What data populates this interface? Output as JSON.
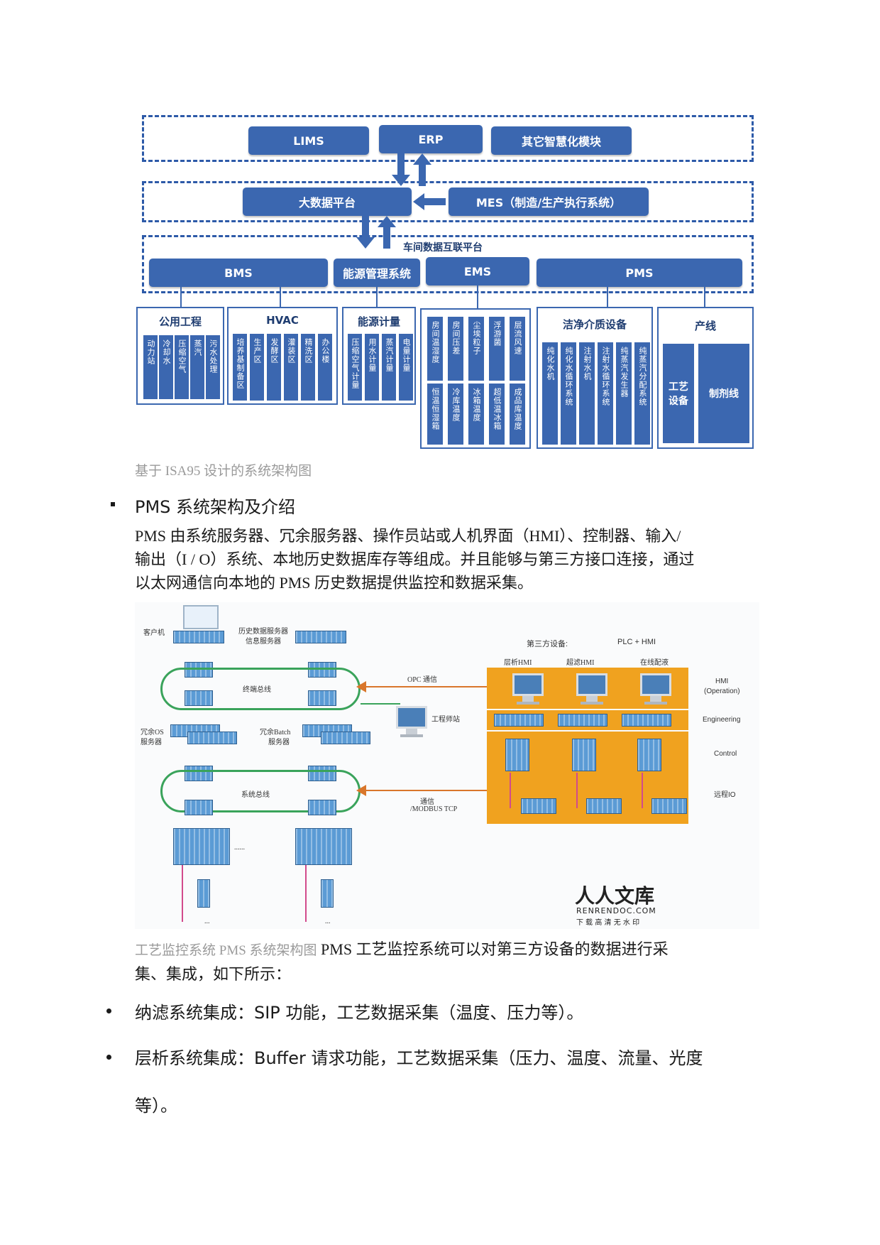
{
  "diagram1": {
    "top_row": [
      "LIMS",
      "ERP",
      "其它智慧化模块"
    ],
    "middle_row": {
      "big_data": "大数据平台",
      "mes": "MES（制造/生产执行系统）"
    },
    "platform_label": "车间数据互联平台",
    "systems": [
      "BMS",
      "能源管理系统",
      "EMS",
      "PMS"
    ],
    "panels": [
      {
        "title": "公用工程",
        "items": [
          "动力站",
          "冷却水",
          "压缩空气",
          "蒸汽",
          "污水处理"
        ]
      },
      {
        "title": "HVAC",
        "items": [
          "培养基制备区",
          "生产区",
          "发酵区",
          "灌装区",
          "精洗区",
          "办公楼"
        ]
      },
      {
        "title": "能源计量",
        "items": [
          "压缩空气计量",
          "用水计量",
          "蒸汽计量",
          "电量计量"
        ]
      },
      {
        "title": "",
        "items_top": [
          "房间温湿度",
          "房间压差",
          "尘埃粒子",
          "浮游菌",
          "层流风速"
        ],
        "items_bottom": [
          "恒温恒湿箱",
          "冷库温度",
          "冰箱温度",
          "超低温冰箱",
          "成品库温度"
        ]
      },
      {
        "title": "洁净介质设备",
        "items": [
          "纯化水机",
          "纯化水循环系统",
          "注射水机",
          "注射水循环系统",
          "纯蒸汽发生器",
          "纯蒸汽分配系统"
        ]
      },
      {
        "title": "产线",
        "items": [
          "工艺设备",
          "制剂线"
        ]
      }
    ]
  },
  "caption1": "基于 ISA95 设计的系统架构图",
  "section_heading": "PMS 系统架构及介绍",
  "paragraph1": [
    "PMS 由系统服务器、冗余服务器、操作员站或人机界面（HMI）、控制器、输入/",
    "输出（I / O）系统、本地历史数据库存等组成。并且能够与第三方接口连接，通过",
    "以太网通信向本地的 PMS 历史数据提供监控和数据采集。"
  ],
  "diagram2": {
    "client": "客户机",
    "history_server": [
      "历史数据服务器",
      "信息服务器"
    ],
    "terminal_bus": "终端总线",
    "redundant_os": [
      "冗余OS",
      "服务器"
    ],
    "redundant_batch": [
      "冗余Batch",
      "服务器"
    ],
    "system_bus": "系统总线",
    "opc": "OPC 通信",
    "eng_station": "工程师站",
    "comm": [
      "通信",
      "/MODBUS TCP"
    ],
    "third_party": "第三方设备:",
    "plc_hmi": "PLC + HMI",
    "hmi_labels": [
      "层析HMI",
      "超滤HMI",
      "在线配液"
    ],
    "side_labels": [
      "HMI",
      "(Operation)",
      "Engineering",
      "Control",
      "远程IO"
    ],
    "dots": "......",
    "ellipsis": "...",
    "watermark": {
      "title": "人人文库",
      "site": "RENRENDOC.COM",
      "slogan": "下 载 高 清 无 水 印"
    }
  },
  "caption2_gray": "工艺监控系统 PMS 系统架构图",
  "caption2_text1": " PMS 工艺监控系统可以对第三方设备的数据进行采",
  "caption2_text2": "集、集成，如下所示：",
  "bullets": [
    {
      "text": "纳滤系统集成：SIP 功能，工艺数据采集（温度、压力等）。"
    },
    {
      "text_line1": "层析系统集成：Buffer 请求功能，工艺数据采集（压力、温度、流量、光度",
      "text_line2": "等）。"
    }
  ],
  "colors": {
    "blue": "#3b67b0",
    "orange": "#f0a21f",
    "green": "#3aa35b"
  }
}
